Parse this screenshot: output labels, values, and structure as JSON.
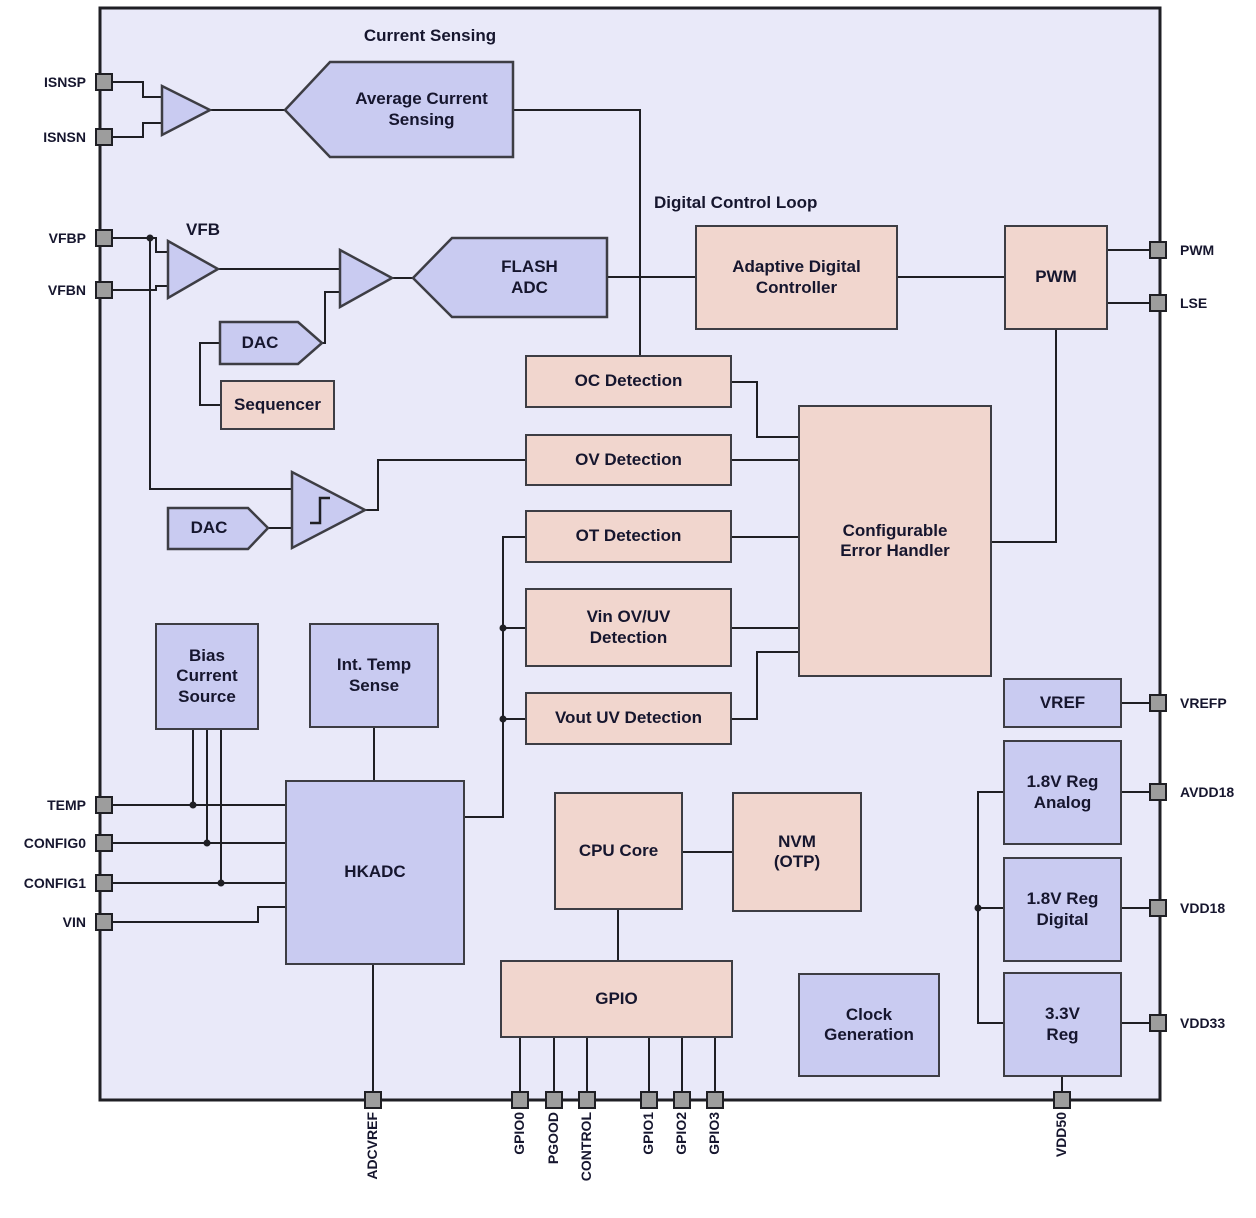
{
  "diagram": {
    "section_labels": {
      "current_sensing": "Current Sensing",
      "vfb": "VFB",
      "digital_control_loop": "Digital Control Loop"
    },
    "blocks": {
      "avg_current_sensing": "Average Current\nSensing",
      "flash_adc": "FLASH\nADC",
      "dac_top": "DAC",
      "sequencer": "Sequencer",
      "dac_bottom": "DAC",
      "adaptive_digital_controller": "Adaptive Digital\nController",
      "pwm": "PWM",
      "oc_detection": "OC Detection",
      "ov_detection": "OV Detection",
      "ot_detection": "OT Detection",
      "vin_ovuv_detection": "Vin OV/UV\nDetection",
      "vout_uv_detection": "Vout UV Detection",
      "configurable_error_handler": "Configurable\nError Handler",
      "bias_current_source": "Bias\nCurrent\nSource",
      "int_temp_sense": "Int. Temp\nSense",
      "hkadc": "HKADC",
      "cpu_core": "CPU Core",
      "nvm_otp": "NVM\n(OTP)",
      "gpio": "GPIO",
      "clock_generation": "Clock\nGeneration",
      "vref": "VREF",
      "reg_18v_analog": "1.8V Reg\nAnalog",
      "reg_18v_digital": "1.8V Reg\nDigital",
      "reg_33v": "3.3V\nReg"
    },
    "pins": {
      "left": [
        "ISNSP",
        "ISNSN",
        "VFBP",
        "VFBN",
        "TEMP",
        "CONFIG0",
        "CONFIG1",
        "VIN"
      ],
      "right": [
        "PWM",
        "LSE",
        "VREFP",
        "AVDD18",
        "VDD18",
        "VDD33"
      ],
      "bottom": [
        "ADCVREF",
        "GPIO0",
        "PGOOD",
        "CONTROL",
        "GPIO1",
        "GPIO2",
        "GPIO3",
        "VDD50"
      ]
    },
    "colors": {
      "box-fill": "#e9e9f9",
      "purple": "#c9cbf1",
      "pink": "#f1d6ce",
      "line": "#1f1f24",
      "line2": "#3d3d44",
      "pin-fill": "#9d9d9d",
      "text": "#16162e"
    }
  }
}
